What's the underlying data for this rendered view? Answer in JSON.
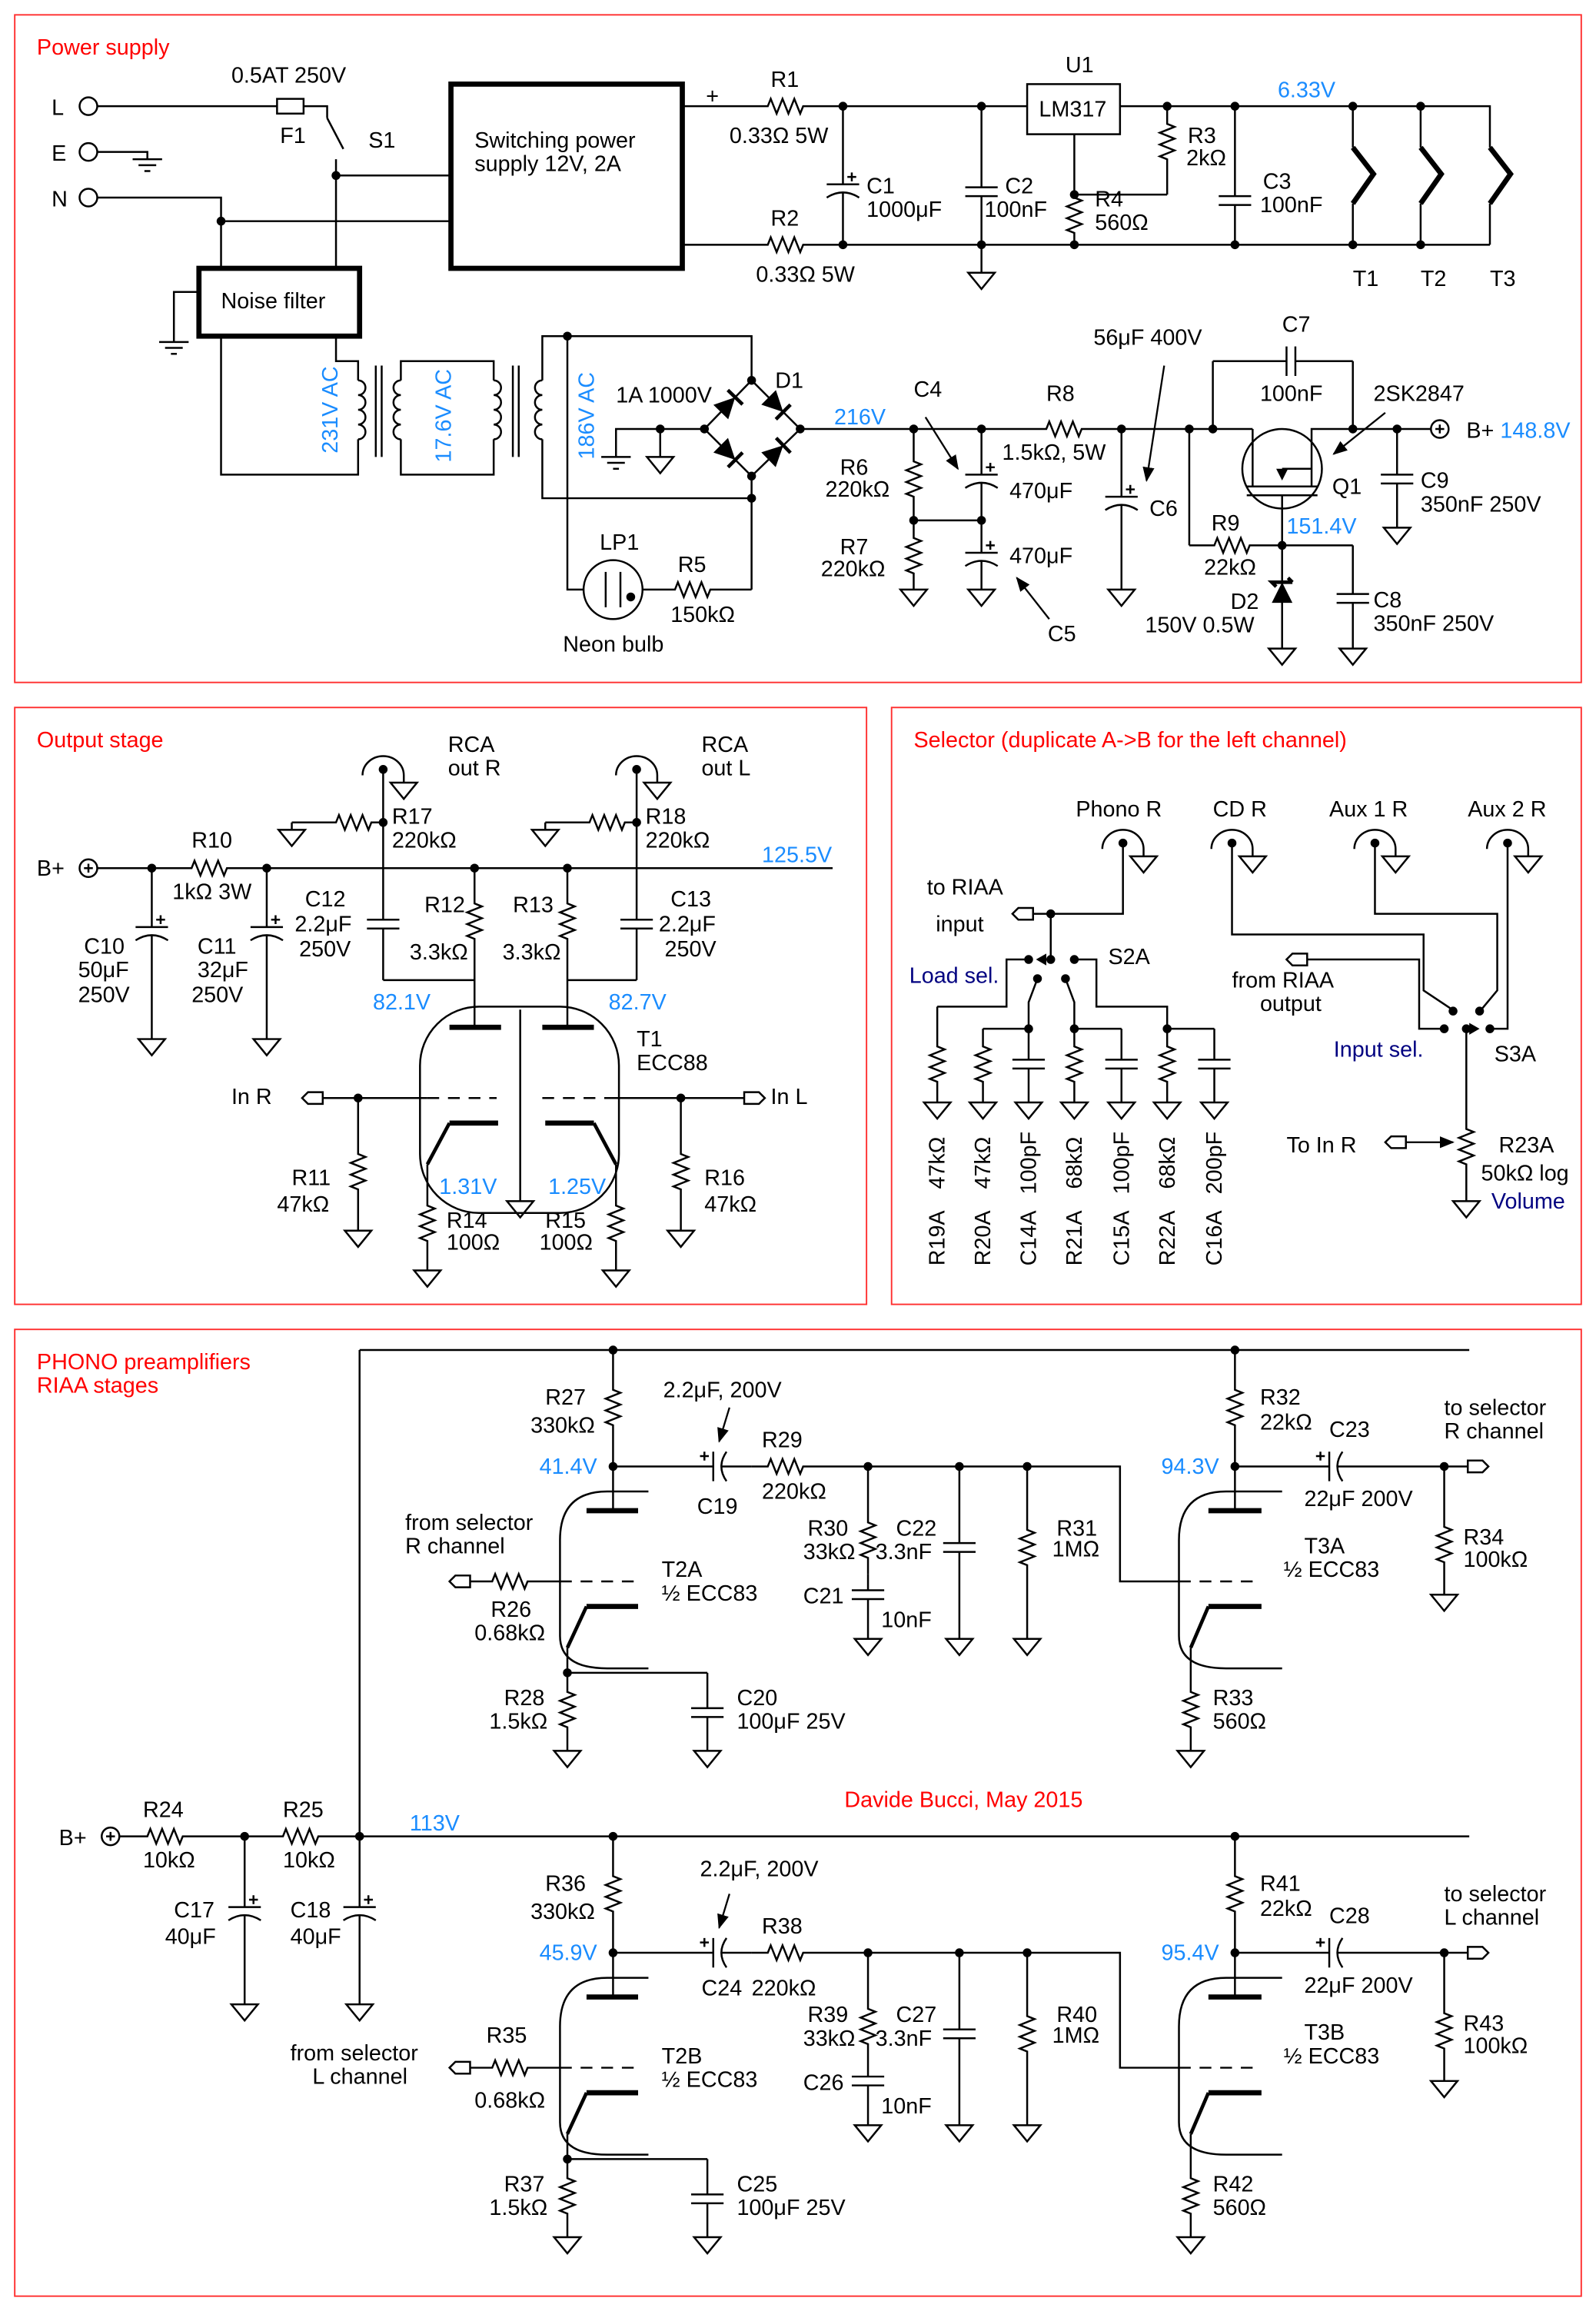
{
  "colors": {
    "section_title": "#ff0000",
    "voltage": "#1a8cff",
    "annotation": "#000080",
    "wire": "#000000",
    "frame": "#ff3030"
  },
  "power_supply": {
    "title": "Power supply",
    "fuse_rating": "0.5AT 250V",
    "L": "L",
    "E": "E",
    "N": "N",
    "F1": "F1",
    "S1": "S1",
    "smps": [
      "Switching power",
      "supply 12V, 2A"
    ],
    "plus": "+",
    "R1": [
      "R1",
      "0.33Ω 5W"
    ],
    "R2": [
      "R2",
      "0.33Ω 5W"
    ],
    "U1": [
      "U1",
      "LM317"
    ],
    "C1": [
      "C1",
      "1000μF"
    ],
    "C2": [
      "C2",
      "100nF"
    ],
    "R3": [
      "R3",
      "2kΩ"
    ],
    "R4": [
      "R4",
      "560Ω"
    ],
    "C3": [
      "C3",
      "100nF"
    ],
    "heater_voltage": "6.33V",
    "T1": "T1",
    "T2": "T2",
    "T3": "T3",
    "noise_filter": "Noise filter",
    "xfmr1": "231V AC",
    "xfmr2": "17.6V AC",
    "xfmr3": "186V AC",
    "D1": [
      "D1",
      "1A 1000V"
    ],
    "LP1": [
      "LP1",
      "Neon bulb"
    ],
    "R5": [
      "R5",
      "150kΩ"
    ],
    "v_rect": "216V",
    "C4": [
      "C4",
      "470μF"
    ],
    "C5": [
      "C5",
      "470μF"
    ],
    "R6": [
      "R6",
      "220kΩ"
    ],
    "R7": [
      "R7",
      "220kΩ"
    ],
    "R8": [
      "R8",
      "1.5kΩ, 5W"
    ],
    "C6": [
      "C6",
      "56μF 400V"
    ],
    "C7": [
      "C7",
      "100nF"
    ],
    "Q1": [
      "Q1",
      "2SK2847"
    ],
    "R9": [
      "R9",
      "22kΩ"
    ],
    "v_gate": "151.4V",
    "D2": [
      "D2",
      "150V 0.5W"
    ],
    "C8": [
      "C8",
      "350nF 250V"
    ],
    "C9": [
      "C9",
      "350nF 250V"
    ],
    "bplus": "B+",
    "v_bplus": "148.8V"
  },
  "output_stage": {
    "title": "Output stage",
    "bplus": "B+",
    "R10": [
      "R10",
      "1kΩ 3W"
    ],
    "C10": [
      "C10",
      "50μF",
      "250V"
    ],
    "C11": [
      "C11",
      "32μF",
      "250V"
    ],
    "rca_r": [
      "RCA",
      "out R"
    ],
    "rca_l": [
      "RCA",
      "out L"
    ],
    "R17": [
      "R17",
      "220kΩ"
    ],
    "R18": [
      "R18",
      "220kΩ"
    ],
    "C12": [
      "C12",
      "2.2μF",
      "250V"
    ],
    "C13": [
      "C13",
      "2.2μF",
      "250V"
    ],
    "R12": [
      "R12",
      "3.3kΩ"
    ],
    "R13": [
      "R13",
      "3.3kΩ"
    ],
    "v_rail": "125.5V",
    "v_plate_r": "82.1V",
    "v_plate_l": "82.7V",
    "T1": [
      "T1",
      "ECC88"
    ],
    "in_r": "In R",
    "in_l": "In L",
    "R11": [
      "R11",
      "47kΩ"
    ],
    "R16": [
      "R16",
      "47kΩ"
    ],
    "v_cath_r": "1.31V",
    "v_cath_l": "1.25V",
    "R14": [
      "R14",
      "100Ω"
    ],
    "R15": [
      "R15",
      "100Ω"
    ]
  },
  "selector": {
    "title": "Selector (duplicate A->B for the left channel)",
    "jacks": [
      "Phono R",
      "CD R",
      "Aux 1 R",
      "Aux 2 R"
    ],
    "to_riaa": [
      "to RIAA",
      "input"
    ],
    "S2A": "S2A",
    "load_sel": "Load sel.",
    "loads": [
      {
        "name": "R19A",
        "value": "47kΩ"
      },
      {
        "name": "R20A",
        "value": "47kΩ"
      },
      {
        "name": "C14A",
        "value": "100pF"
      },
      {
        "name": "R21A",
        "value": "68kΩ"
      },
      {
        "name": "C15A",
        "value": "100pF"
      },
      {
        "name": "R22A",
        "value": "68kΩ"
      },
      {
        "name": "C16A",
        "value": "200pF"
      }
    ],
    "from_riaa": [
      "from RIAA",
      "output"
    ],
    "input_sel": "Input sel.",
    "S3A": "S3A",
    "to_in_r": "To In R",
    "R23A": [
      "R23A",
      "50kΩ log"
    ],
    "volume": "Volume"
  },
  "phono": {
    "title": [
      "PHONO preamplifiers",
      "RIAA stages"
    ],
    "credit": "Davide Bucci, May 2015",
    "bplus": "B+",
    "R24": [
      "R24",
      "10kΩ"
    ],
    "R25": [
      "R25",
      "10kΩ"
    ],
    "C17": [
      "C17",
      "40μF"
    ],
    "C18": [
      "C18",
      "40μF"
    ],
    "v_rail": "113V",
    "stages": [
      {
        "R_plate1": [
          "R27",
          "330kΩ"
        ],
        "v1": "41.4V",
        "cap_note": "2.2μF, 200V",
        "Cc1": "C19",
        "R_series": [
          "R29",
          "220kΩ"
        ],
        "R_shunt": [
          "R30",
          "33kΩ"
        ],
        "C_shunt": [
          "C22",
          "3.3nF"
        ],
        "C_series": [
          "C21",
          "10nF"
        ],
        "R_grid2": [
          "R31",
          "1MΩ"
        ],
        "input": [
          "from selector",
          "R channel"
        ],
        "R_grid1": [
          "R26",
          "0.68kΩ"
        ],
        "tube1": [
          "T2A",
          "½ ECC83"
        ],
        "R_k1": [
          "R28",
          "1.5kΩ"
        ],
        "C_k1": [
          "C20",
          "100μF 25V"
        ],
        "R_plate2": [
          "R32",
          "22kΩ"
        ],
        "v2": "94.3V",
        "Cc2": [
          "C23",
          "22μF 200V"
        ],
        "output": [
          "to selector",
          "R channel"
        ],
        "R_load": [
          "R34",
          "100kΩ"
        ],
        "tube2": [
          "T3A",
          "½ ECC83"
        ],
        "R_k2": [
          "R33",
          "560Ω"
        ]
      },
      {
        "R_plate1": [
          "R36",
          "330kΩ"
        ],
        "v1": "45.9V",
        "cap_note": "2.2μF, 200V",
        "Cc1": "C24",
        "R_series": [
          "R38",
          "220kΩ"
        ],
        "R_shunt": [
          "R39",
          "33kΩ"
        ],
        "C_shunt": [
          "C27",
          "3.3nF"
        ],
        "C_series": [
          "C26",
          "10nF"
        ],
        "R_grid2": [
          "R40",
          "1MΩ"
        ],
        "input": [
          "from selector",
          "L channel"
        ],
        "R_grid1": [
          "R35",
          "0.68kΩ"
        ],
        "tube1": [
          "T2B",
          "½ ECC83"
        ],
        "R_k1": [
          "R37",
          "1.5kΩ"
        ],
        "C_k1": [
          "C25",
          "100μF 25V"
        ],
        "R_plate2": [
          "R41",
          "22kΩ"
        ],
        "v2": "95.4V",
        "Cc2": [
          "C28",
          "22μF 200V"
        ],
        "output": [
          "to selector",
          "L channel"
        ],
        "R_load": [
          "R43",
          "100kΩ"
        ],
        "tube2": [
          "T3B",
          "½ ECC83"
        ],
        "R_k2": [
          "R42",
          "560Ω"
        ]
      }
    ]
  }
}
